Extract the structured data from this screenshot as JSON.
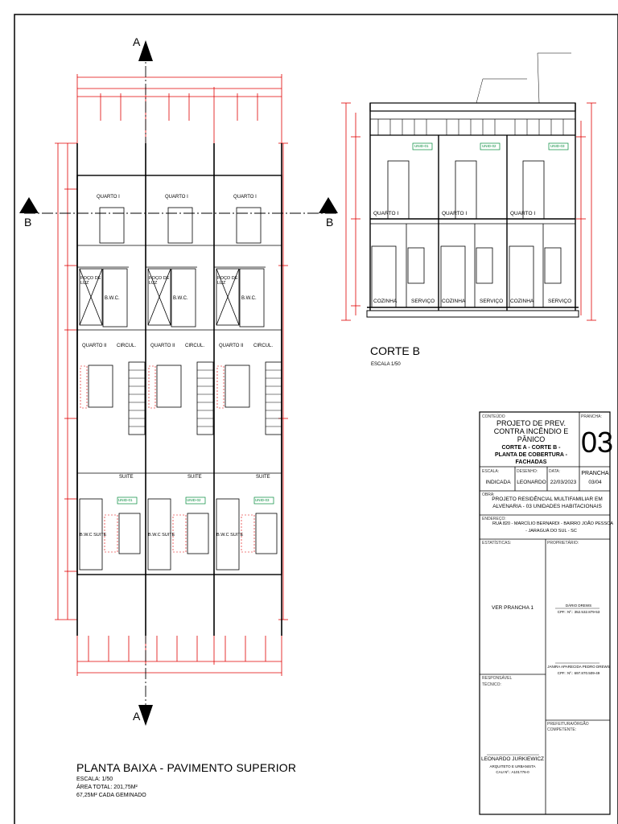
{
  "plan": {
    "title": "PLANTA BAIXA - PAVIMENTO SUPERIOR",
    "scale": "ESCALA: 1/50",
    "area_total": "ÁREA TOTAL: 201,75M²",
    "area_each": "67,25M² CADA GEMINADO",
    "cut_a": "A",
    "cut_b": "B",
    "rooms": {
      "quarto_i": "QUARTO I",
      "quarto_ii": "QUARTO II",
      "bwc": "B.W.C.",
      "circul": "CIRCUL.",
      "suite": "SUITE",
      "poco": "POÇO DE LUZ",
      "bwc_suite": "B.W.C SUITE",
      "unit1": "UNID-01",
      "unit2": "UNID-02",
      "unit3": "UNID-03"
    }
  },
  "section": {
    "title": "CORTE B",
    "scale": "ESCALA 1/50",
    "labels": {
      "quarto": "QUARTO I",
      "cozinha": "COZINHA",
      "servico": "SERVIÇO",
      "unit1": "UNID-01",
      "unit2": "UNID-02",
      "unit3": "UNID-03"
    }
  },
  "titleblock": {
    "conteudo_label": "CONTEÚDO",
    "project_title": "PROJETO DE PREV. CONTRA INCÊNDIO E PÂNICO",
    "content": "CORTE A - CORTE B - PLANTA DE COBERTURA - FACHADAS",
    "prancha_label": "PRANCHA:",
    "prancha_number": "03",
    "escala_label": "ESCALA:",
    "escala_value": "INDICADA",
    "desenho_label": "DESENHO:",
    "desenho_value": "LEONARDO",
    "data_label": "DATA:",
    "data_value": "22/03/2023",
    "prancha_title": "PRANCHA",
    "prancha_count": "03/04",
    "obra_label": "OBRA:",
    "obra_value": "PROJETO RESIDÊNCIAL MULTIFAMILIAR EM ALVENARIA - 03 UNIDADES HABITACIONAIS",
    "endereco_label": "ENDEREÇO:",
    "endereco_line1": "RUA 820 - MARCÍLIO BERNARDI - BAIRRO JOÃO PESSOA",
    "endereco_line2": "- JARAGUÁ DO SUL - SC",
    "estatisticas_label": "ESTATÍSTICAS:",
    "estatisticas_value": "VER PRANCHA 1",
    "proprietario_label": "PROPRIETÁRIO:",
    "owner1_name": "DÁRIO DREWS",
    "owner1_cpf": "CPF.: Nº.: 352.532.879-53",
    "owner2_name": "JANIRA APARECIDA PEDRO DREWS",
    "owner2_cpf": "CPF.: Nº.: 697.870.509-49",
    "responsavel_label": "RESPONSÁVEL",
    "tecnico_label": "TÉCNICO:",
    "responsavel_name": "LEONARDO JURKIEWICZ",
    "responsavel_role": "ARQUITETO E URBANISTA",
    "responsavel_cau": "CAU Nº.: A101776-0",
    "prefeitura_label": "PREFEITURA/ÓRGÃO COMPETENTE:"
  }
}
